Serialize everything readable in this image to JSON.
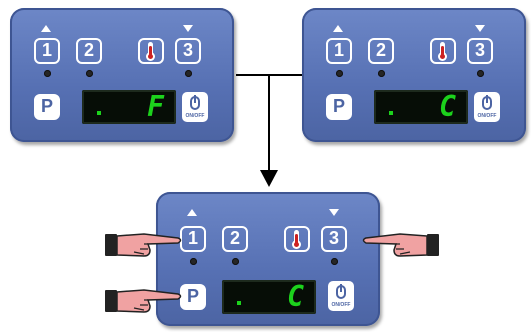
{
  "panels": {
    "top_left": {
      "b1": "1",
      "b2": "2",
      "b3": "3",
      "p": "P",
      "display_char": "F",
      "display_dot": ".",
      "onoff": "ON/OFF"
    },
    "top_right": {
      "b1": "1",
      "b2": "2",
      "b3": "3",
      "p": "P",
      "display_char": "C",
      "display_dot": ".",
      "onoff": "ON/OFF"
    },
    "bottom": {
      "b1": "1",
      "b2": "2",
      "b3": "3",
      "p": "P",
      "display_char": "C",
      "display_dot": ".",
      "onoff": "ON/OFF"
    }
  },
  "colors": {
    "panel": "#5670b3",
    "display_bg": "#060d06",
    "display_text": "#1cd21c",
    "background": "#ffffff"
  },
  "icons": [
    "thermometer-icon",
    "up-arrow-icon",
    "down-arrow-icon",
    "pointing-hand-icon",
    "power-icon"
  ]
}
